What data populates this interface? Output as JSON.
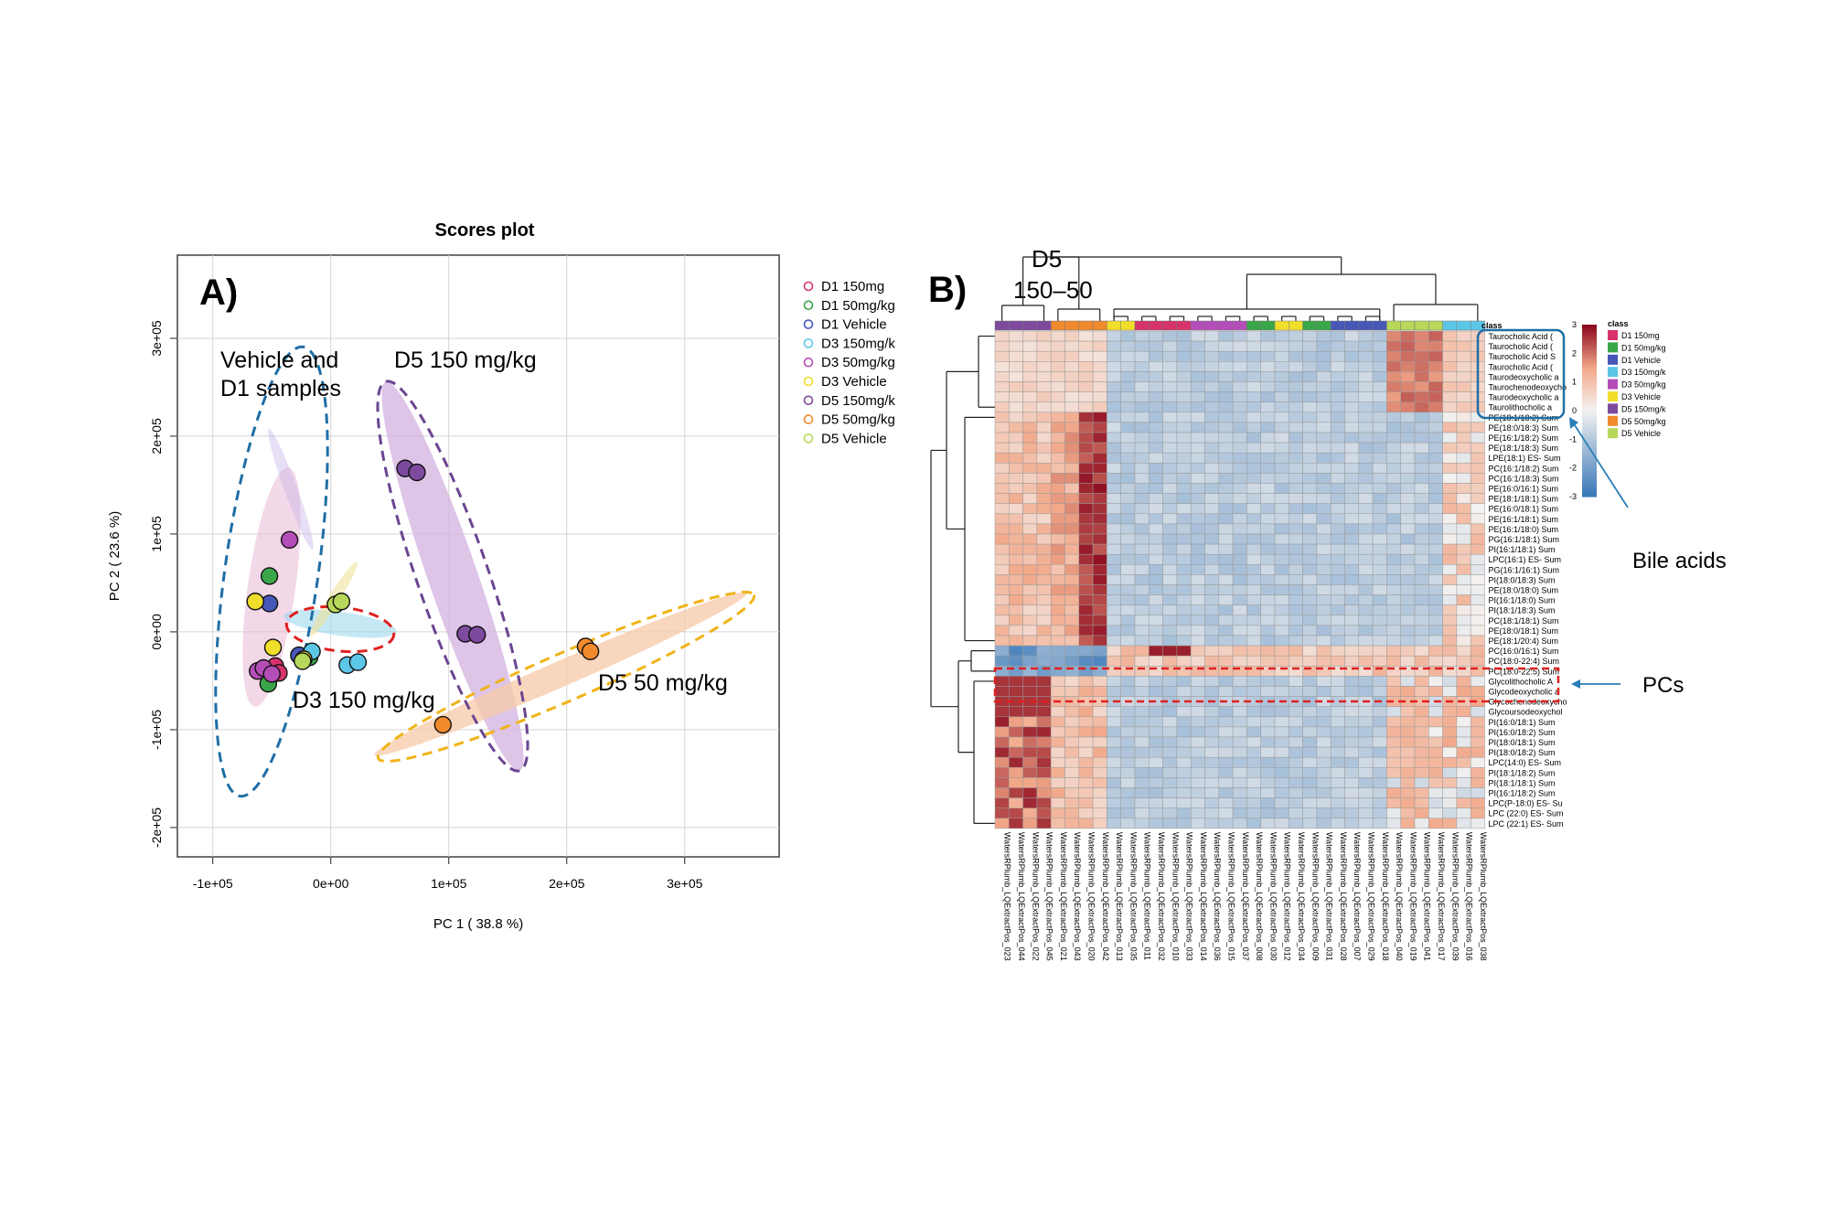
{
  "colors": {
    "D1 150mg": "#d6336c",
    "D1 50mg": "#3aa64a",
    "D1 Vehicle": "#4657b8",
    "D3 150": "#5cc6e6",
    "D3 50": "#b54db8",
    "D3 Vehicle": "#f1de2a",
    "D5 150": "#7d4a9e",
    "D5 50": "#f08a2c",
    "D5 Vehicle": "#b7d85a",
    "heat_low": "#1f5fa3",
    "heat_mid": "#f2f2f2",
    "heat_high": "#8c0a1e"
  },
  "panelA": {
    "panel_label": "A)",
    "annotations": {
      "vehicle_d1_line1": "Vehicle and",
      "vehicle_d1_line2": "D1 samples",
      "d5_150": "D5 150 mg/kg",
      "d3_150": "D3 150 mg/kg",
      "d5_50": "D5 50 mg/kg"
    },
    "legend": [
      {
        "label": "D1 150mg",
        "color_key": "D1 150mg"
      },
      {
        "label": "D1 50mg/kg",
        "color_key": "D1 50mg"
      },
      {
        "label": "D1 Vehicle",
        "color_key": "D1 Vehicle"
      },
      {
        "label": "D3 150mg/k",
        "color_key": "D3 150"
      },
      {
        "label": "D3 50mg/kg",
        "color_key": "D3 50"
      },
      {
        "label": "D3 Vehicle",
        "color_key": "D3 Vehicle"
      },
      {
        "label": "D5 150mg/k",
        "color_key": "D5 150"
      },
      {
        "label": "D5 50mg/kg",
        "color_key": "D5 50"
      },
      {
        "label": "D5 Vehicle",
        "color_key": "D5 Vehicle"
      }
    ]
  },
  "panelB": {
    "panel_label": "B)",
    "d5_label": "D5",
    "d5_sub_label": "150–50",
    "bile_acids_label": "Bile acids",
    "pcs_label": "PCs"
  },
  "chart_data": [
    {
      "type": "scatter",
      "title": "Scores plot",
      "xlabel": "PC 1 ( 38.8 %)",
      "ylabel": "PC 2 ( 23.6 %)",
      "xlim": [
        -130000,
        380000
      ],
      "ylim": [
        -230000,
        385000
      ],
      "x_ticks": [
        -100000,
        0,
        100000,
        200000,
        300000
      ],
      "x_tick_labels": [
        "-1e+05",
        "0e+00",
        "1e+05",
        "2e+05",
        "3e+05"
      ],
      "y_ticks": [
        -200000,
        -100000,
        0,
        100000,
        200000,
        300000
      ],
      "y_tick_labels": [
        "-2e+05",
        "-1e+05",
        "0e+00",
        "1e+05",
        "2e+05",
        "3e+05"
      ],
      "grid": true,
      "legend_position": "right",
      "series": [
        {
          "name": "D1 150mg",
          "color_key": "D1 150mg",
          "points": [
            [
              -47000,
              -35000
            ],
            [
              -44000,
              -42000
            ]
          ]
        },
        {
          "name": "D1 50mg/kg",
          "color_key": "D1 50mg",
          "points": [
            [
              -52000,
              57000
            ],
            [
              -53000,
              -53000
            ],
            [
              -18000,
              -26000
            ]
          ]
        },
        {
          "name": "D1 Vehicle",
          "color_key": "D1 Vehicle",
          "points": [
            [
              -52000,
              29000
            ],
            [
              -27000,
              -24000
            ]
          ]
        },
        {
          "name": "D3 150mg/k",
          "color_key": "D3 150",
          "points": [
            [
              -16000,
              -20000
            ],
            [
              14000,
              -34000
            ],
            [
              23000,
              -31000
            ]
          ]
        },
        {
          "name": "D3 50mg/kg",
          "color_key": "D3 50",
          "points": [
            [
              -35000,
              94000
            ],
            [
              -62000,
              -40000
            ],
            [
              -57000,
              -37000
            ],
            [
              -50000,
              -43000
            ]
          ]
        },
        {
          "name": "D3 Vehicle",
          "color_key": "D3 Vehicle",
          "points": [
            [
              -64000,
              31000
            ],
            [
              -49000,
              -16000
            ],
            [
              -23000,
              -28000
            ]
          ]
        },
        {
          "name": "D5 150mg/k",
          "color_key": "D5 150",
          "points": [
            [
              63000,
              167000
            ],
            [
              73000,
              163000
            ],
            [
              114000,
              -2000
            ],
            [
              124000,
              -3000
            ]
          ]
        },
        {
          "name": "D5 50mg/kg",
          "color_key": "D5 50",
          "points": [
            [
              95000,
              -95000
            ],
            [
              216000,
              -15000
            ],
            [
              220000,
              -20000
            ]
          ]
        },
        {
          "name": "D5 Vehicle",
          "color_key": "D5 Vehicle",
          "points": [
            [
              4000,
              28000
            ],
            [
              9000,
              31000
            ],
            [
              -24000,
              -30000
            ]
          ]
        }
      ]
    },
    {
      "type": "heatmap",
      "color_scale": [
        -3,
        3
      ],
      "scale_ticks": [
        3,
        2,
        1,
        0,
        -1,
        -2,
        -3
      ],
      "class_legend_title": "class",
      "class_legend": [
        {
          "label": "D1 150mg",
          "color_key": "D1 150mg"
        },
        {
          "label": "D1 50mg/kg",
          "color_key": "D1 50mg"
        },
        {
          "label": "D1 Vehicle",
          "color_key": "D1 Vehicle"
        },
        {
          "label": "D3 150mg/k",
          "color_key": "D3 150"
        },
        {
          "label": "D3 50mg/kg",
          "color_key": "D3 50"
        },
        {
          "label": "D3 Vehicle",
          "color_key": "D3 Vehicle"
        },
        {
          "label": "D5 150mg/k",
          "color_key": "D5 150"
        },
        {
          "label": "D5 50mg/kg",
          "color_key": "D5 50"
        },
        {
          "label": "D5 Vehicle",
          "color_key": "D5 Vehicle"
        }
      ],
      "column_annotation_label": "class",
      "columns": [
        "WatersRPlumb_LQExtractPos_023",
        "WatersRPlumb_LQExtractPos_044",
        "WatersRPlumb_LQExtractPos_022",
        "WatersRPlumb_LQExtractPos_045",
        "WatersRPlumb_LQExtractPos_021",
        "WatersRPlumb_LQExtractPos_043",
        "WatersRPlumb_LQExtractPos_020",
        "WatersRPlumb_LQExtractPos_042",
        "WatersRPlumb_LQExtractPos_013",
        "WatersRPlumb_LQExtractPos_035",
        "WatersRPlumb_LQExtractPos_011",
        "WatersRPlumb_LQExtractPos_032",
        "WatersRPlumb_LQExtractPos_010",
        "WatersRPlumb_LQExtractPos_033",
        "WatersRPlumb_LQExtractPos_014",
        "WatersRPlumb_LQExtractPos_036",
        "WatersRPlumb_LQExtractPos_015",
        "WatersRPlumb_LQExtractPos_037",
        "WatersRPlumb_LQExtractPos_008",
        "WatersRPlumb_LQExtractPos_030",
        "WatersRPlumb_LQExtractPos_012",
        "WatersRPlumb_LQExtractPos_034",
        "WatersRPlumb_LQExtractPos_009",
        "WatersRPlumb_LQExtractPos_031",
        "WatersRPlumb_LQExtractPos_028",
        "WatersRPlumb_LQExtractPos_007",
        "WatersRPlumb_LQExtractPos_029",
        "WatersRPlumb_LQExtractPos_018",
        "WatersRPlumb_LQExtractPos_040",
        "WatersRPlumb_LQExtractPos_019",
        "WatersRPlumb_LQExtractPos_041",
        "WatersRPlumb_LQExtractPos_017",
        "WatersRPlumb_LQExtractPos_039",
        "WatersRPlumb_LQExtractPos_016",
        "WatersRPlumb_LQExtractPos_038"
      ],
      "column_classes": [
        "D5 150",
        "D5 150",
        "D5 150",
        "D5 150",
        "D5 50",
        "D5 50",
        "D5 50",
        "D5 50",
        "D3 Vehicle",
        "D3 Vehicle",
        "D1 150mg",
        "D1 150mg",
        "D1 150mg",
        "D1 150mg",
        "D3 50",
        "D3 50",
        "D3 50",
        "D3 50",
        "D1 50mg",
        "D1 50mg",
        "D3 Vehicle",
        "D3 Vehicle",
        "D1 50mg",
        "D1 50mg",
        "D1 Vehicle",
        "D1 Vehicle",
        "D1 Vehicle",
        "D1 Vehicle",
        "D5 Vehicle",
        "D5 Vehicle",
        "D5 Vehicle",
        "D5 Vehicle",
        "D3 150",
        "D3 150",
        "D3 150"
      ],
      "rows": [
        "Taurocholic Acid (",
        "Taurocholic Acid (",
        "Taurocholic Acid S",
        "Taurocholic Acid (",
        "Taurodeoxycholic a",
        "Taurochenodeoxycho",
        "Taurodeoxycholic a",
        "Taurolithocholic a",
        "PE(18:1/18:2) Sum",
        "PE(18:0/18:3) Sum",
        "PE(16:1/18:2) Sum",
        "PE(18:1/18:3) Sum",
        "LPE(18:1) ES- Sum",
        "PC(16:1/18:2) Sum",
        "PC(16:1/18:3) Sum",
        "PE(16:0/16:1) Sum",
        "PE(18:1/18:1) Sum",
        "PE(16:0/18:1) Sum",
        "PE(16:1/18:1) Sum",
        "PE(16:1/18:0) Sum",
        "PG(16:1/18:1) Sum",
        "PI(16:1/18:1) Sum",
        "LPC(16:1) ES- Sum",
        "PG(16:1/16:1) Sum",
        "PI(18:0/18:3) Sum",
        "PE(18:0/18:0) Sum",
        "PI(16:1/18:0) Sum",
        "PI(18:1/18:3) Sum",
        "PC(18:1/18:1) Sum",
        "PE(18:0/18:1) Sum",
        "PE(18:1/20:4) Sum",
        "PC(16:0/16:1) Sum",
        "PC(18:0-22:4) Sum",
        "PC(18:0-22:5) Sum",
        "Glycolithocholic A",
        "Glycodeoxycholic a",
        "Glycochenodeoxycho",
        "Glycoursodeoxychol",
        "PI(16:0/18:1) Sum",
        "PI(16:0/18:2) Sum",
        "PI(18:0/18:1) Sum",
        "PI(18:0/18:2) Sum",
        "LPC(14:0) ES- Sum",
        "PI(18:1/18:2) Sum",
        "PI(18:1/18:1) Sum",
        "PI(16:1/18:2) Sum",
        "LPC(P-18:0) ES- Su",
        "LPC (22:0) ES- Sum",
        "LPC (22:1) ES- Sum"
      ]
    }
  ]
}
